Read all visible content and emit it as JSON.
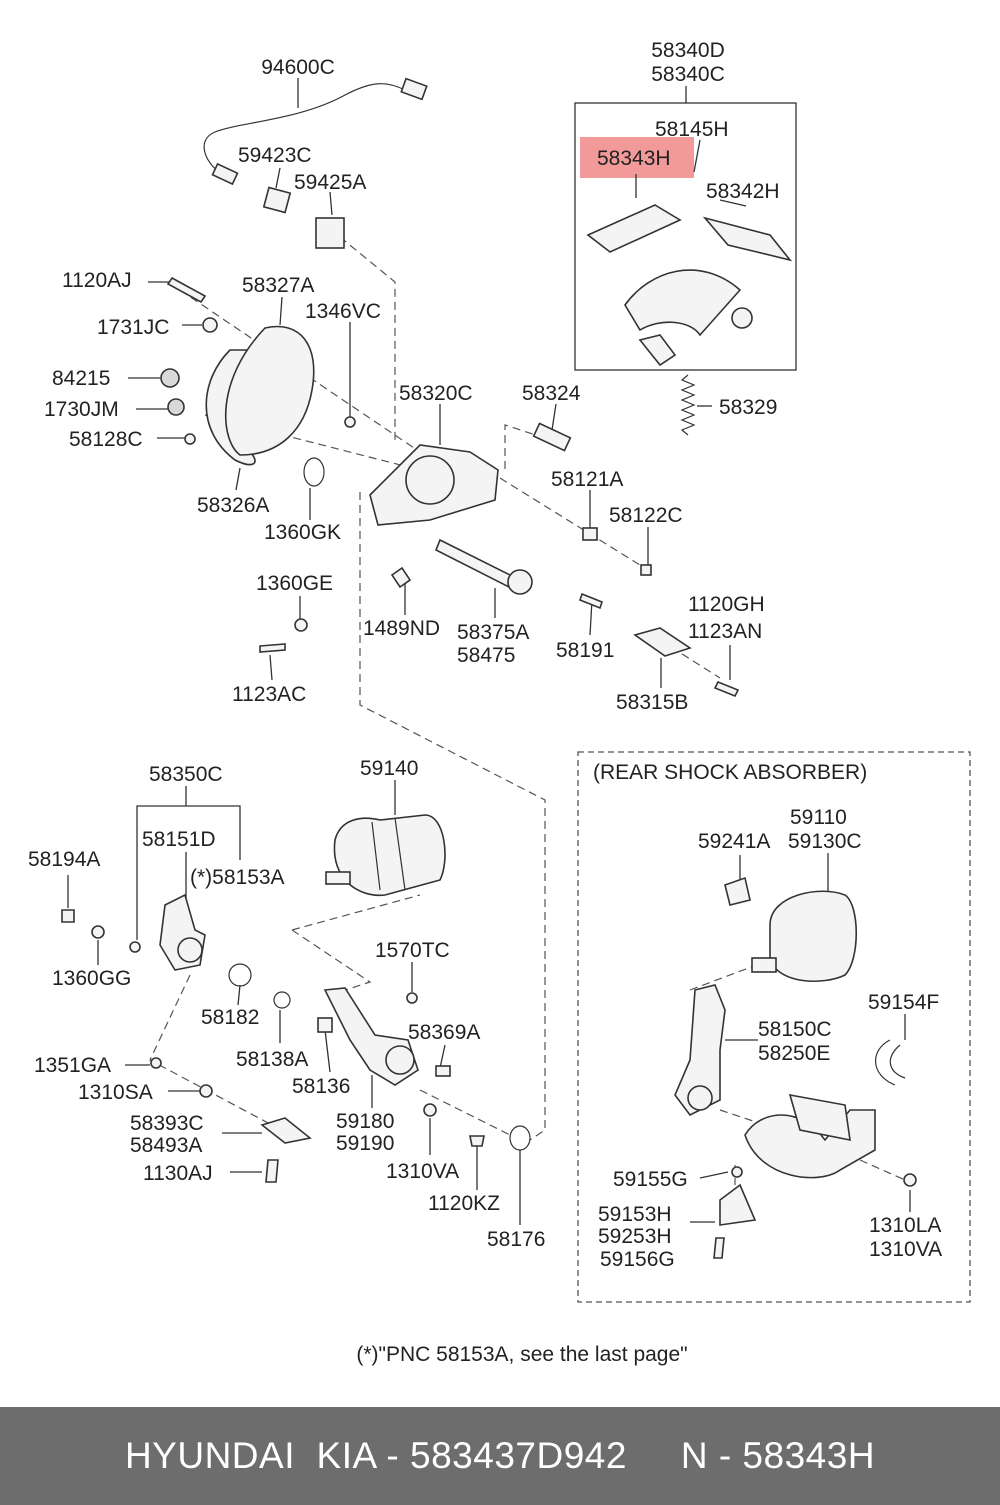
{
  "labels": {
    "l_94600C": "94600C",
    "l_59423C": "59423C",
    "l_59425A": "59425A",
    "l_58340D": "58340D",
    "l_58340C": "58340C",
    "l_58145H": "58145H",
    "l_58343H": "58343H",
    "l_58342H": "58342H",
    "l_1120AJ": "1120AJ",
    "l_58327A": "58327A",
    "l_1346VC": "1346VC",
    "l_1731JC": "1731JC",
    "l_84215": "84215",
    "l_1730JM": "1730JM",
    "l_58128C": "58128C",
    "l_58320C": "58320C",
    "l_58324": "58324",
    "l_58329": "58329",
    "l_58326A": "58326A",
    "l_58121A": "58121A",
    "l_1360GK": "1360GK",
    "l_58122C": "58122C",
    "l_1360GE": "1360GE",
    "l_1120GH": "1120GH",
    "l_1123AN": "1123AN",
    "l_1489ND": "1489ND",
    "l_58375A": "58375A",
    "l_58475": "58475",
    "l_58191": "58191",
    "l_1123AC": "1123AC",
    "l_58315B": "58315B",
    "l_58350C": "58350C",
    "l_59140": "59140",
    "l_rear_shock": "(REAR SHOCK ABSORBER)",
    "l_58151D": "58151D",
    "l_58194A": "58194A",
    "l_58153A": "(*)58153A",
    "l_59110": "59110",
    "l_59241A": "59241A",
    "l_59130C": "59130C",
    "l_1360GG": "1360GG",
    "l_1570TC": "1570TC",
    "l_58182": "58182",
    "l_59154F": "59154F",
    "l_58369A": "58369A",
    "l_58150C": "58150C",
    "l_58250E": "58250E",
    "l_58138A": "58138A",
    "l_1351GA": "1351GA",
    "l_58136": "58136",
    "l_1310SA": "1310SA",
    "l_59180": "59180",
    "l_59190": "59190",
    "l_58393C": "58393C",
    "l_58493A": "58493A",
    "l_1310VA_left": "1310VA",
    "l_59155G": "59155G",
    "l_1130AJ": "1130AJ",
    "l_1120KZ": "1120KZ",
    "l_59153H": "59153H",
    "l_1310LA": "1310LA",
    "l_59253H": "59253H",
    "l_1310VA_right": "1310VA",
    "l_58176": "58176",
    "l_59156G": "59156G"
  },
  "note": "(*)\"PNC 58153A, see the last page\"",
  "footer": {
    "brand": "HYUNDAI  KIA",
    "part_number": "583437D942",
    "pnc": "58343H",
    "text": "HYUNDAI  KIA - 583437D942     N - 58343H"
  },
  "highlight": {
    "label": "58343H",
    "color": "#f29a9a"
  }
}
